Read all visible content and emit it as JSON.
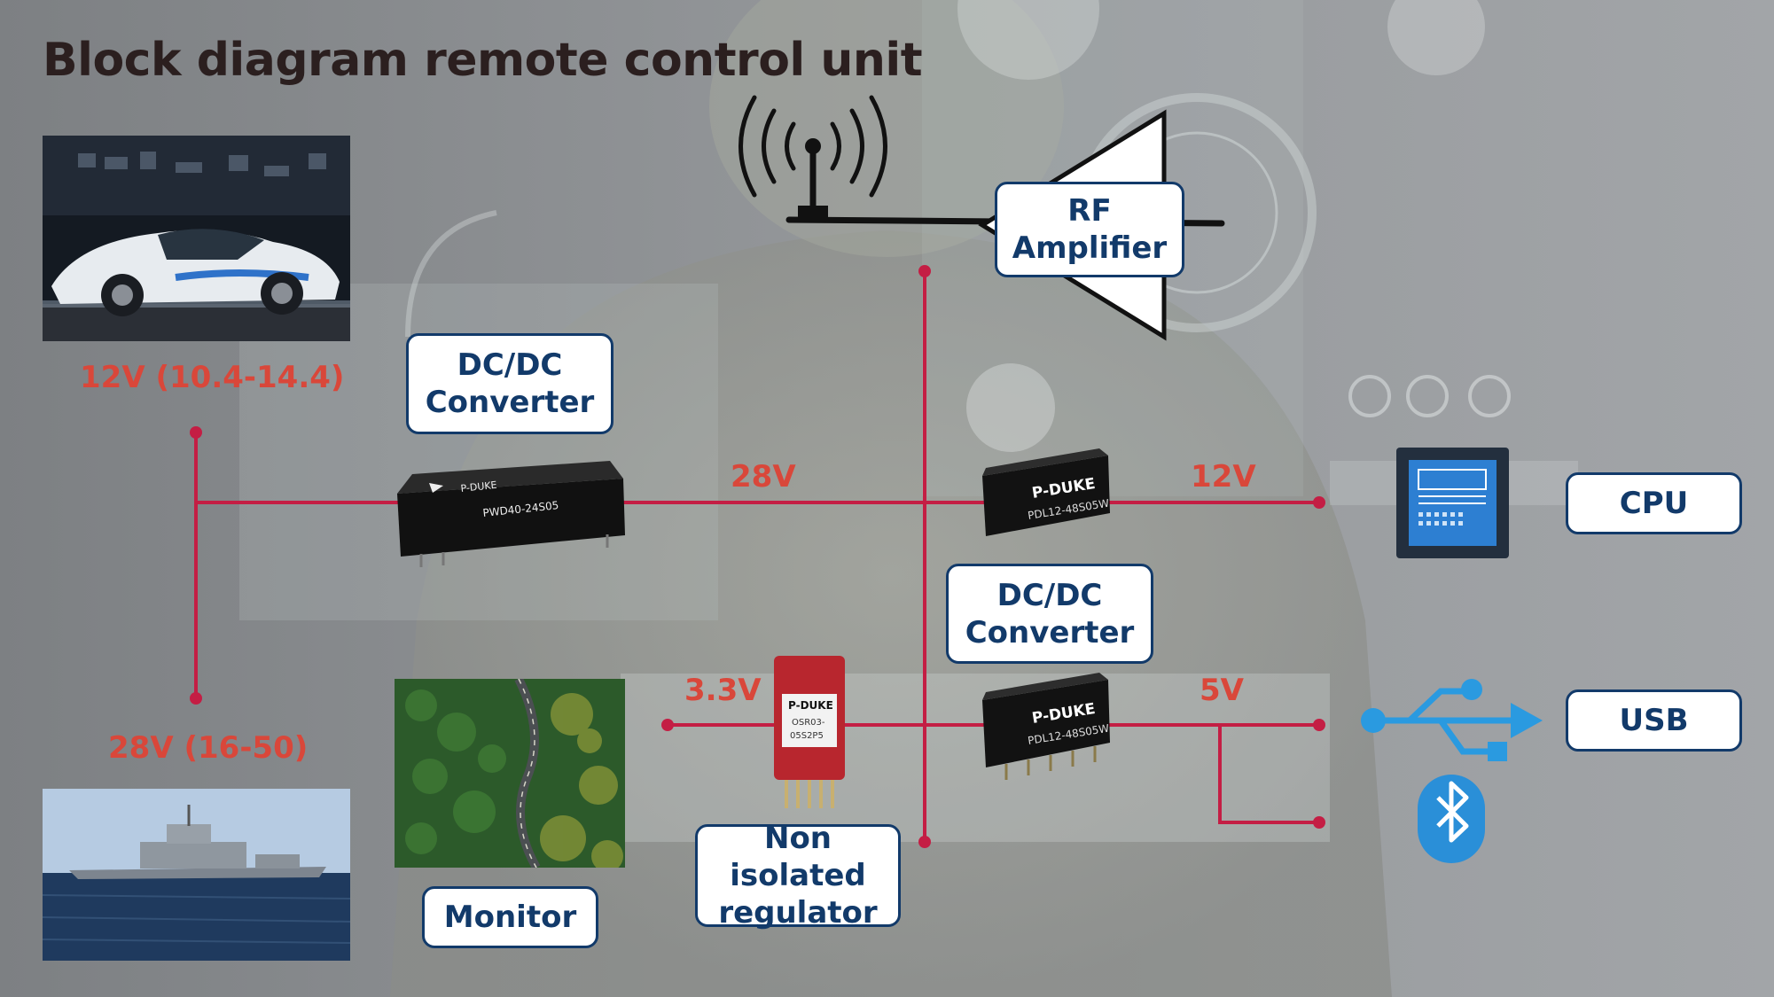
{
  "title": "Block diagram remote control unit",
  "labels": {
    "dcdc_left": [
      "DC/DC",
      "Converter"
    ],
    "dcdc_right": [
      "DC/DC",
      "Converter"
    ],
    "rf_amplifier": [
      "RF",
      "Amplifier"
    ],
    "cpu": "CPU",
    "usb": "USB",
    "monitor": "Monitor",
    "regulator": [
      "Non isolated",
      "regulator"
    ]
  },
  "voltages": {
    "car_input": "12V (10.4-14.4)",
    "ship_input": "28V (16-50)",
    "bus_28v": "28V",
    "cpu_rail": "12V",
    "usb_rail": "5V",
    "monitor_rail": "3.3V"
  },
  "module_markings": {
    "brand": "P-DUKE",
    "pdl_part": "PDL12-48S05W",
    "osr_part_line1": "OSR03-",
    "osr_part_line2": "05S2P5",
    "large_brand": "P-DUKE",
    "large_part": "PWD40-24S05"
  },
  "icons": [
    "antenna-icon",
    "cpu-chip-icon",
    "usb-icon",
    "bluetooth-icon"
  ],
  "colors": {
    "wire": "#c41e44",
    "box_border": "#123a6a",
    "voltage_text": "#d9473a"
  }
}
